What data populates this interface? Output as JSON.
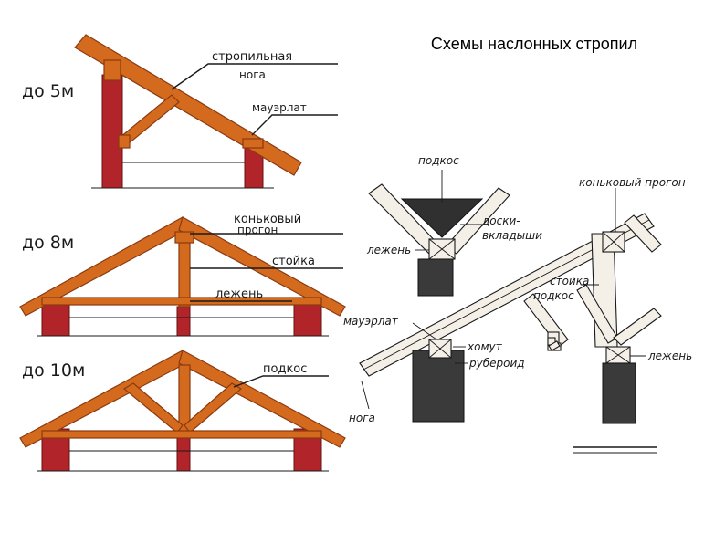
{
  "title": "Схемы наслонных стропил",
  "left_panel": {
    "span1": "до 5м",
    "span2": "до 8м",
    "span3": "до 10м",
    "labels": {
      "rafter_leg": [
        "стропильная",
        "нога"
      ],
      "mauerlat": "мауэрлат",
      "ridge_purlin": [
        "коньковый",
        "прогон"
      ],
      "post": "стойка",
      "sill": "лежень",
      "strut": "подкос"
    }
  },
  "right_panel": {
    "labels": {
      "strut_top": "подкос",
      "filler_boards": [
        "доски-",
        "вкладыши"
      ],
      "sill_left": "лежень",
      "ridge_purlin": "коньковый прогон",
      "post": "стойка",
      "strut": "подкос",
      "mauerlat": "мауэрлат",
      "clamp": "хомут",
      "roofing_felt": "рубероид",
      "sill_right": "лежень",
      "leg": "нога"
    }
  },
  "colors": {
    "timber": "#d46a1e",
    "timber_dark": "#8a3a10",
    "brick": "#b0242a",
    "ink": "#1a1a1a"
  }
}
